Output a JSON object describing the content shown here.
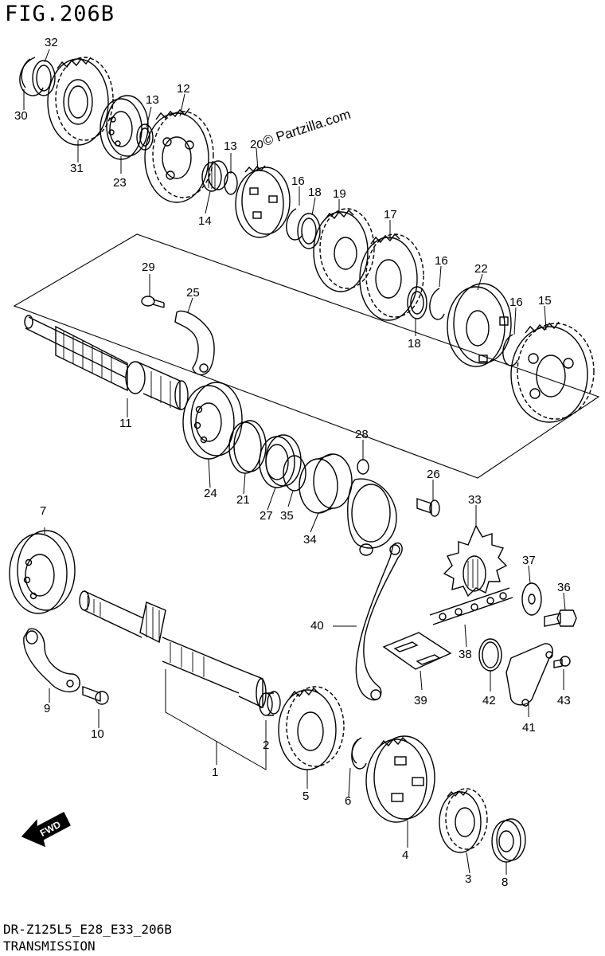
{
  "figure": {
    "title": "FIG.206B",
    "watermark": "© Partzilla.com",
    "footer_code": "DR-Z125L5_E28_E33_206B",
    "footer_name": "TRANSMISSION",
    "direction_label": "FWD"
  },
  "callouts": [
    {
      "id": "c1",
      "text": "1"
    },
    {
      "id": "c2",
      "text": "2"
    },
    {
      "id": "c3",
      "text": "3"
    },
    {
      "id": "c4",
      "text": "4"
    },
    {
      "id": "c5",
      "text": "5"
    },
    {
      "id": "c6",
      "text": "6"
    },
    {
      "id": "c7",
      "text": "7"
    },
    {
      "id": "c8",
      "text": "8"
    },
    {
      "id": "c9",
      "text": "9"
    },
    {
      "id": "c10",
      "text": "10"
    },
    {
      "id": "c11",
      "text": "11"
    },
    {
      "id": "c12",
      "text": "12"
    },
    {
      "id": "c13a",
      "text": "13"
    },
    {
      "id": "c13b",
      "text": "13"
    },
    {
      "id": "c14",
      "text": "14"
    },
    {
      "id": "c15",
      "text": "15"
    },
    {
      "id": "c16a",
      "text": "16"
    },
    {
      "id": "c16b",
      "text": "16"
    },
    {
      "id": "c16c",
      "text": "16"
    },
    {
      "id": "c17",
      "text": "17"
    },
    {
      "id": "c18a",
      "text": "18"
    },
    {
      "id": "c18b",
      "text": "18"
    },
    {
      "id": "c19",
      "text": "19"
    },
    {
      "id": "c20",
      "text": "20"
    },
    {
      "id": "c21",
      "text": "21"
    },
    {
      "id": "c22",
      "text": "22"
    },
    {
      "id": "c23",
      "text": "23"
    },
    {
      "id": "c24",
      "text": "24"
    },
    {
      "id": "c25",
      "text": "25"
    },
    {
      "id": "c26",
      "text": "26"
    },
    {
      "id": "c27",
      "text": "27"
    },
    {
      "id": "c28",
      "text": "28"
    },
    {
      "id": "c29",
      "text": "29"
    },
    {
      "id": "c30",
      "text": "30"
    },
    {
      "id": "c31",
      "text": "31"
    },
    {
      "id": "c32",
      "text": "32"
    },
    {
      "id": "c33",
      "text": "33"
    },
    {
      "id": "c34",
      "text": "34"
    },
    {
      "id": "c35",
      "text": "35"
    },
    {
      "id": "c36",
      "text": "36"
    },
    {
      "id": "c37",
      "text": "37"
    },
    {
      "id": "c38",
      "text": "38"
    },
    {
      "id": "c39",
      "text": "39"
    },
    {
      "id": "c40",
      "text": "40"
    },
    {
      "id": "c41",
      "text": "41"
    },
    {
      "id": "c42",
      "text": "42"
    },
    {
      "id": "c43",
      "text": "43"
    }
  ]
}
